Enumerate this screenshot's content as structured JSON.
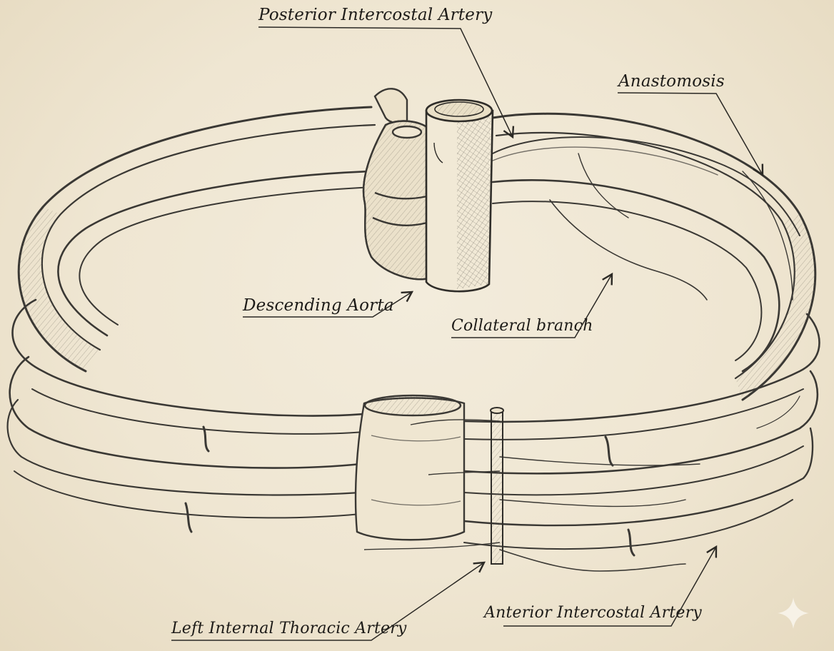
{
  "diagram": {
    "style": "pencil sketch on aged parchment",
    "colors": {
      "paper": "#efe6d2",
      "graphite": "#3a3834",
      "ink": "#1d1b18",
      "sparkle": "#f7f2e7"
    },
    "labels": {
      "posterior_intercostal_artery": "Posterior Intercostal Artery",
      "anastomosis": "Anastomosis",
      "descending_aorta": "Descending Aorta",
      "collateral_branch": "Collateral branch",
      "left_internal_thoracic_artery": "Left Internal Thoracic Artery",
      "anterior_intercostal_artery": "Anterior Intercostal Artery"
    },
    "structures": [
      "descending-aorta",
      "thoracic-vertebra",
      "sternum",
      "ribs",
      "posterior-intercostal-arteries",
      "anterior-intercostal-arteries",
      "internal-thoracic-artery",
      "collateral-branch"
    ],
    "watermark_icon": "sparkle-icon"
  }
}
